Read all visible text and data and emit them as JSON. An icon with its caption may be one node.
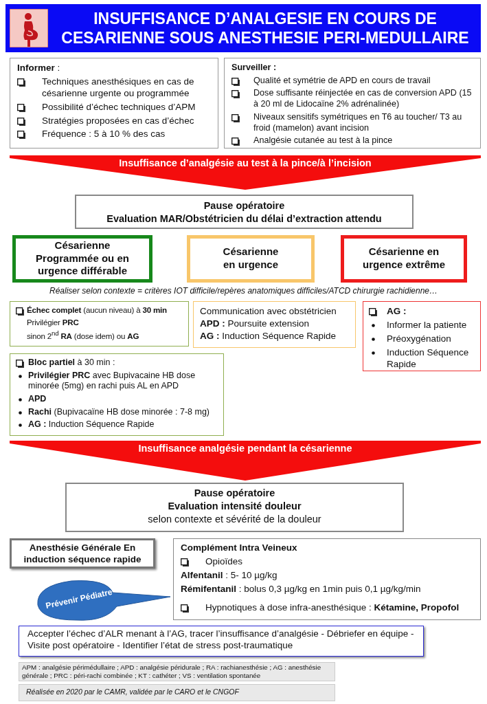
{
  "diagram": {
    "title": "INSUFFISANCE D’ANALGESIE EN COURS DE CESARIENNE SOUS ANESTHESIE PERI-MEDULLAIRE",
    "nodes": [
      {
        "text": [
          "**Informer** :",
          "Techniques anesthésiques en cas de césarienne urgente ou programmée",
          "Possibilité d’échec techniques d’APM",
          "Stratégies proposées en cas d’échec",
          "Fréquence : 5 à 10 % des cas"
        ]
      },
      {
        "text": [
          "Surveiller :",
          "Qualité et symétrie de APD en cours de travail",
          "Dose suffisante réinjectée en cas de conversion APD (15 à 20 ml de Lidocaïne 2% adrénalinée)",
          "Niveaux sensitifs symétriques en T6 au toucher/ T3 au froid (mamelon) avant incision",
          "Analgésie cutanée au test à la pince"
        ]
      },
      {
        "text": [
          "Insuffisance d’analgésie au test à la pince/à l’incision"
        ]
      },
      {
        "text": [
          "Pause opératoire",
          "Evaluation MAR/Obstétricien du délai d’extraction attendu"
        ]
      },
      {
        "text": [
          "Césarienne Programmée ou en urgence différable"
        ]
      },
      {
        "text": [
          "Césarienne en urgence"
        ]
      },
      {
        "text": [
          "Césarienne en urgence extrême"
        ]
      },
      {
        "text": [
          "**Échec complet** (aucun niveau) à **30 min**",
          "Privilégier  **PRC**",
          "sinon 2$^{nd}$ **RA** (dose idem) ou **AG**"
        ]
      },
      {
        "text": [
          "Communication avec obstétricien",
          "**APD :**  Poursuite extension",
          "**AG :** Induction Séquence Rapide"
        ]
      },
      {
        "text": [
          "AG :",
          "Informer la patiente",
          "Préoxygénation",
          "Induction Séquence Rapide"
        ]
      },
      {
        "text": [
          "**Bloc partiel** à 30 min :",
          "**Privilégier PRC** avec Bupivacaine HB dose minorée (5mg) en rachi puis AL en APD",
          "APD",
          "**Rachi** (Bupivacaïne HB dose minorée : 7-8 mg)",
          "**AG :** Induction Séquence Rapide"
        ]
      },
      {
        "text": [
          "Insuffisance analgésie pendant la césarienne"
        ]
      },
      {
        "text": [
          "Pause opératoire",
          "Evaluation intensité douleur",
          "selon contexte et sévérité de la douleur"
        ]
      },
      {
        "text": [
          "Anesthésie Générale En induction séquence rapide"
        ]
      },
      {
        "text": [
          "Prévenir Pédiatre"
        ]
      },
      {
        "text": [
          "Complément Intra Veineux",
          "Opioïdes",
          "**Alfentanil** : 5- 10 µg/kg",
          "**Rémifentanil** : bolus 0,3 µg/kg en 1min puis 0,1 µg/kg/min",
          "Hypnotiques à dose infra-anesthésique : **Kétamine, Propofol**"
        ]
      },
      {
        "text": [
          "Accepter l’échec d’ALR menant à l’AG, tracer l’insuffisance d’analgésie - Débriefer en équipe - Visite post opératoire - Identifier l’état de stress post-traumatique"
        ]
      },
      {
        "text": [
          "APM : analgésie périmédullaire ; APD : analgésie péridurale ; RA : rachianesthésie ; AG : anesthésie générale ; PRC : péri-rachi combinée ; KT : cathéter ; VS : ventilation spontanée"
        ]
      },
      {
        "text": [
          "Réalisée en 2020 par le CAMR, validée par le CARO et le CNGOF"
        ]
      }
    ],
    "labels": [
      "Réaliser selon contexte = critères IOT difficile/repères anatomiques difficiles/ATCD chirurgie rachidienne…"
    ]
  }
}
